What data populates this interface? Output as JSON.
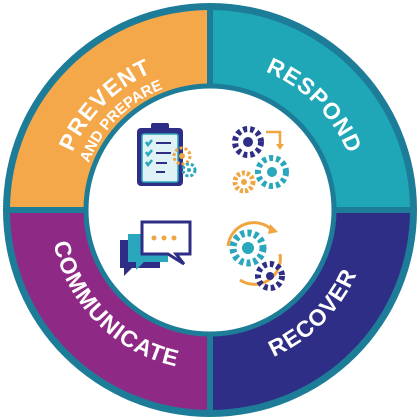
{
  "diagram": {
    "segments": [
      {
        "id": "prevent",
        "title": "PREVENT",
        "subtitle": "AND PREPARE",
        "color": "#F5A84A",
        "icon": "clipboard-checklist-gear-icon"
      },
      {
        "id": "respond",
        "title": "RESPOND",
        "subtitle": "",
        "color": "#1FA7B8",
        "icon": "gears-arrows-icon"
      },
      {
        "id": "communicate",
        "title": "COMMUNICATE",
        "subtitle": "",
        "color": "#8E2A86",
        "icon": "chat-bubbles-icon"
      },
      {
        "id": "recover",
        "title": "RECOVER",
        "subtitle": "",
        "color": "#2F2E86",
        "icon": "gears-cycle-icon"
      }
    ],
    "ring_color": "#1D7C97",
    "inner_color": "#ffffff",
    "icon_colors": {
      "navy": "#2F2E86",
      "teal": "#2AA7BC",
      "orange": "#F0A640"
    }
  }
}
